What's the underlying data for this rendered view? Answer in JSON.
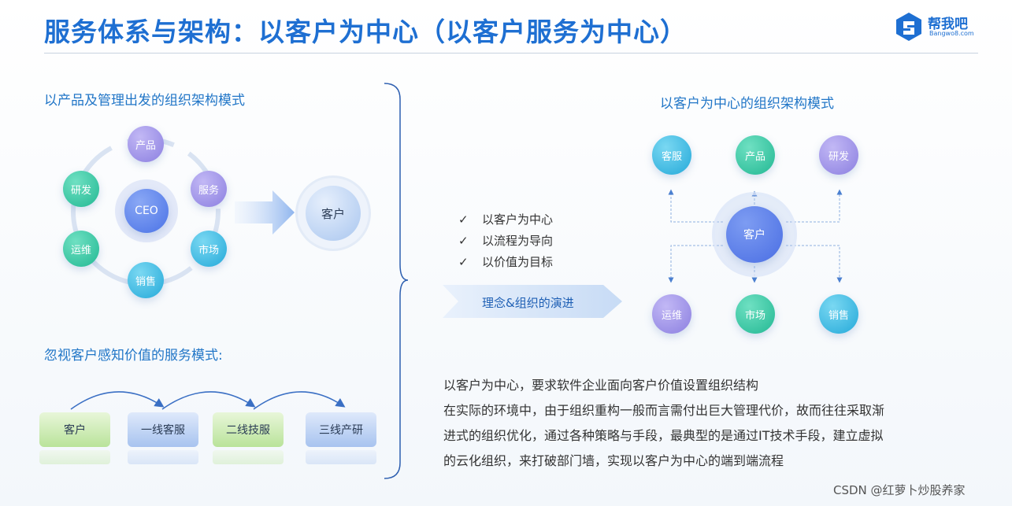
{
  "title": "服务体系与架构：以客户为中心（以客户服务为中心）",
  "logo": {
    "icon": "bangwo8-logo-icon",
    "name": "帮我吧",
    "domain": "Bangwo8.com"
  },
  "left": {
    "heading1": "以产品及管理出发的组织架构模式",
    "center": "CEO",
    "nodes": [
      "产品",
      "服务",
      "市场",
      "销售",
      "运维",
      "研发"
    ],
    "target": "客户",
    "heading2": "忽视客户感知价值的服务模式:",
    "chain": [
      "客户",
      "一线客服",
      "二线技服",
      "三线产研"
    ]
  },
  "middle": {
    "checks": [
      "以客户为中心",
      "以流程为导向",
      "以价值为目标"
    ],
    "check_symbol": "✓",
    "banner": "理念&组织的演进"
  },
  "right": {
    "heading": "以客户为中心的组织架构模式",
    "center": "客户",
    "top_nodes": [
      "客服",
      "产品",
      "研发"
    ],
    "bottom_nodes": [
      "运维",
      "市场",
      "销售"
    ]
  },
  "description": [
    "以客户为中心，要求软件企业面向客户价值设置组织结构",
    "在实际的环境中，由于组织重构一般而言需付出巨大管理代价，故而往往采取渐",
    "进式的组织优化，通过各种策略与手段，最典型的是通过IT技术手段，建立虚拟",
    "的云化组织，来打破部门墙，实现以客户为中心的端到端流程"
  ],
  "watermark": "CSDN @红萝卜炒股养家",
  "colors": {
    "title": "#1e6fd2",
    "heading": "#2176c7",
    "accent_blue": "#4a72e6"
  }
}
